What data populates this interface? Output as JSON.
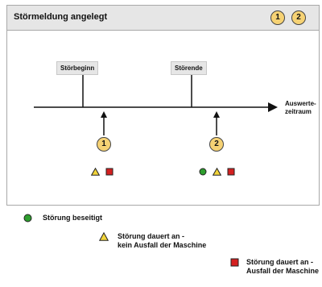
{
  "header": {
    "title": "Störmeldung angelegt",
    "badges": [
      "1",
      "2"
    ]
  },
  "diagram": {
    "start_label": "Störbeginn",
    "end_label": "Störende",
    "axis_label": [
      "Auswerte-",
      "zeitraum"
    ],
    "markers": [
      "1",
      "2"
    ]
  },
  "legend": [
    {
      "icon": "green-circle",
      "text": "Störung beseitigt"
    },
    {
      "icon": "yellow-triangle",
      "text": "Störung dauert an -\nkein Ausfall der Maschine"
    },
    {
      "icon": "red-square",
      "text": "Störung dauert an -\nAusfall der Maschine"
    }
  ],
  "colors": {
    "header_bg": "#e6e6e6",
    "badge_fill": "#f6d274",
    "green": "#2e9e2e",
    "yellow": "#f2d43a",
    "red": "#d42020"
  }
}
